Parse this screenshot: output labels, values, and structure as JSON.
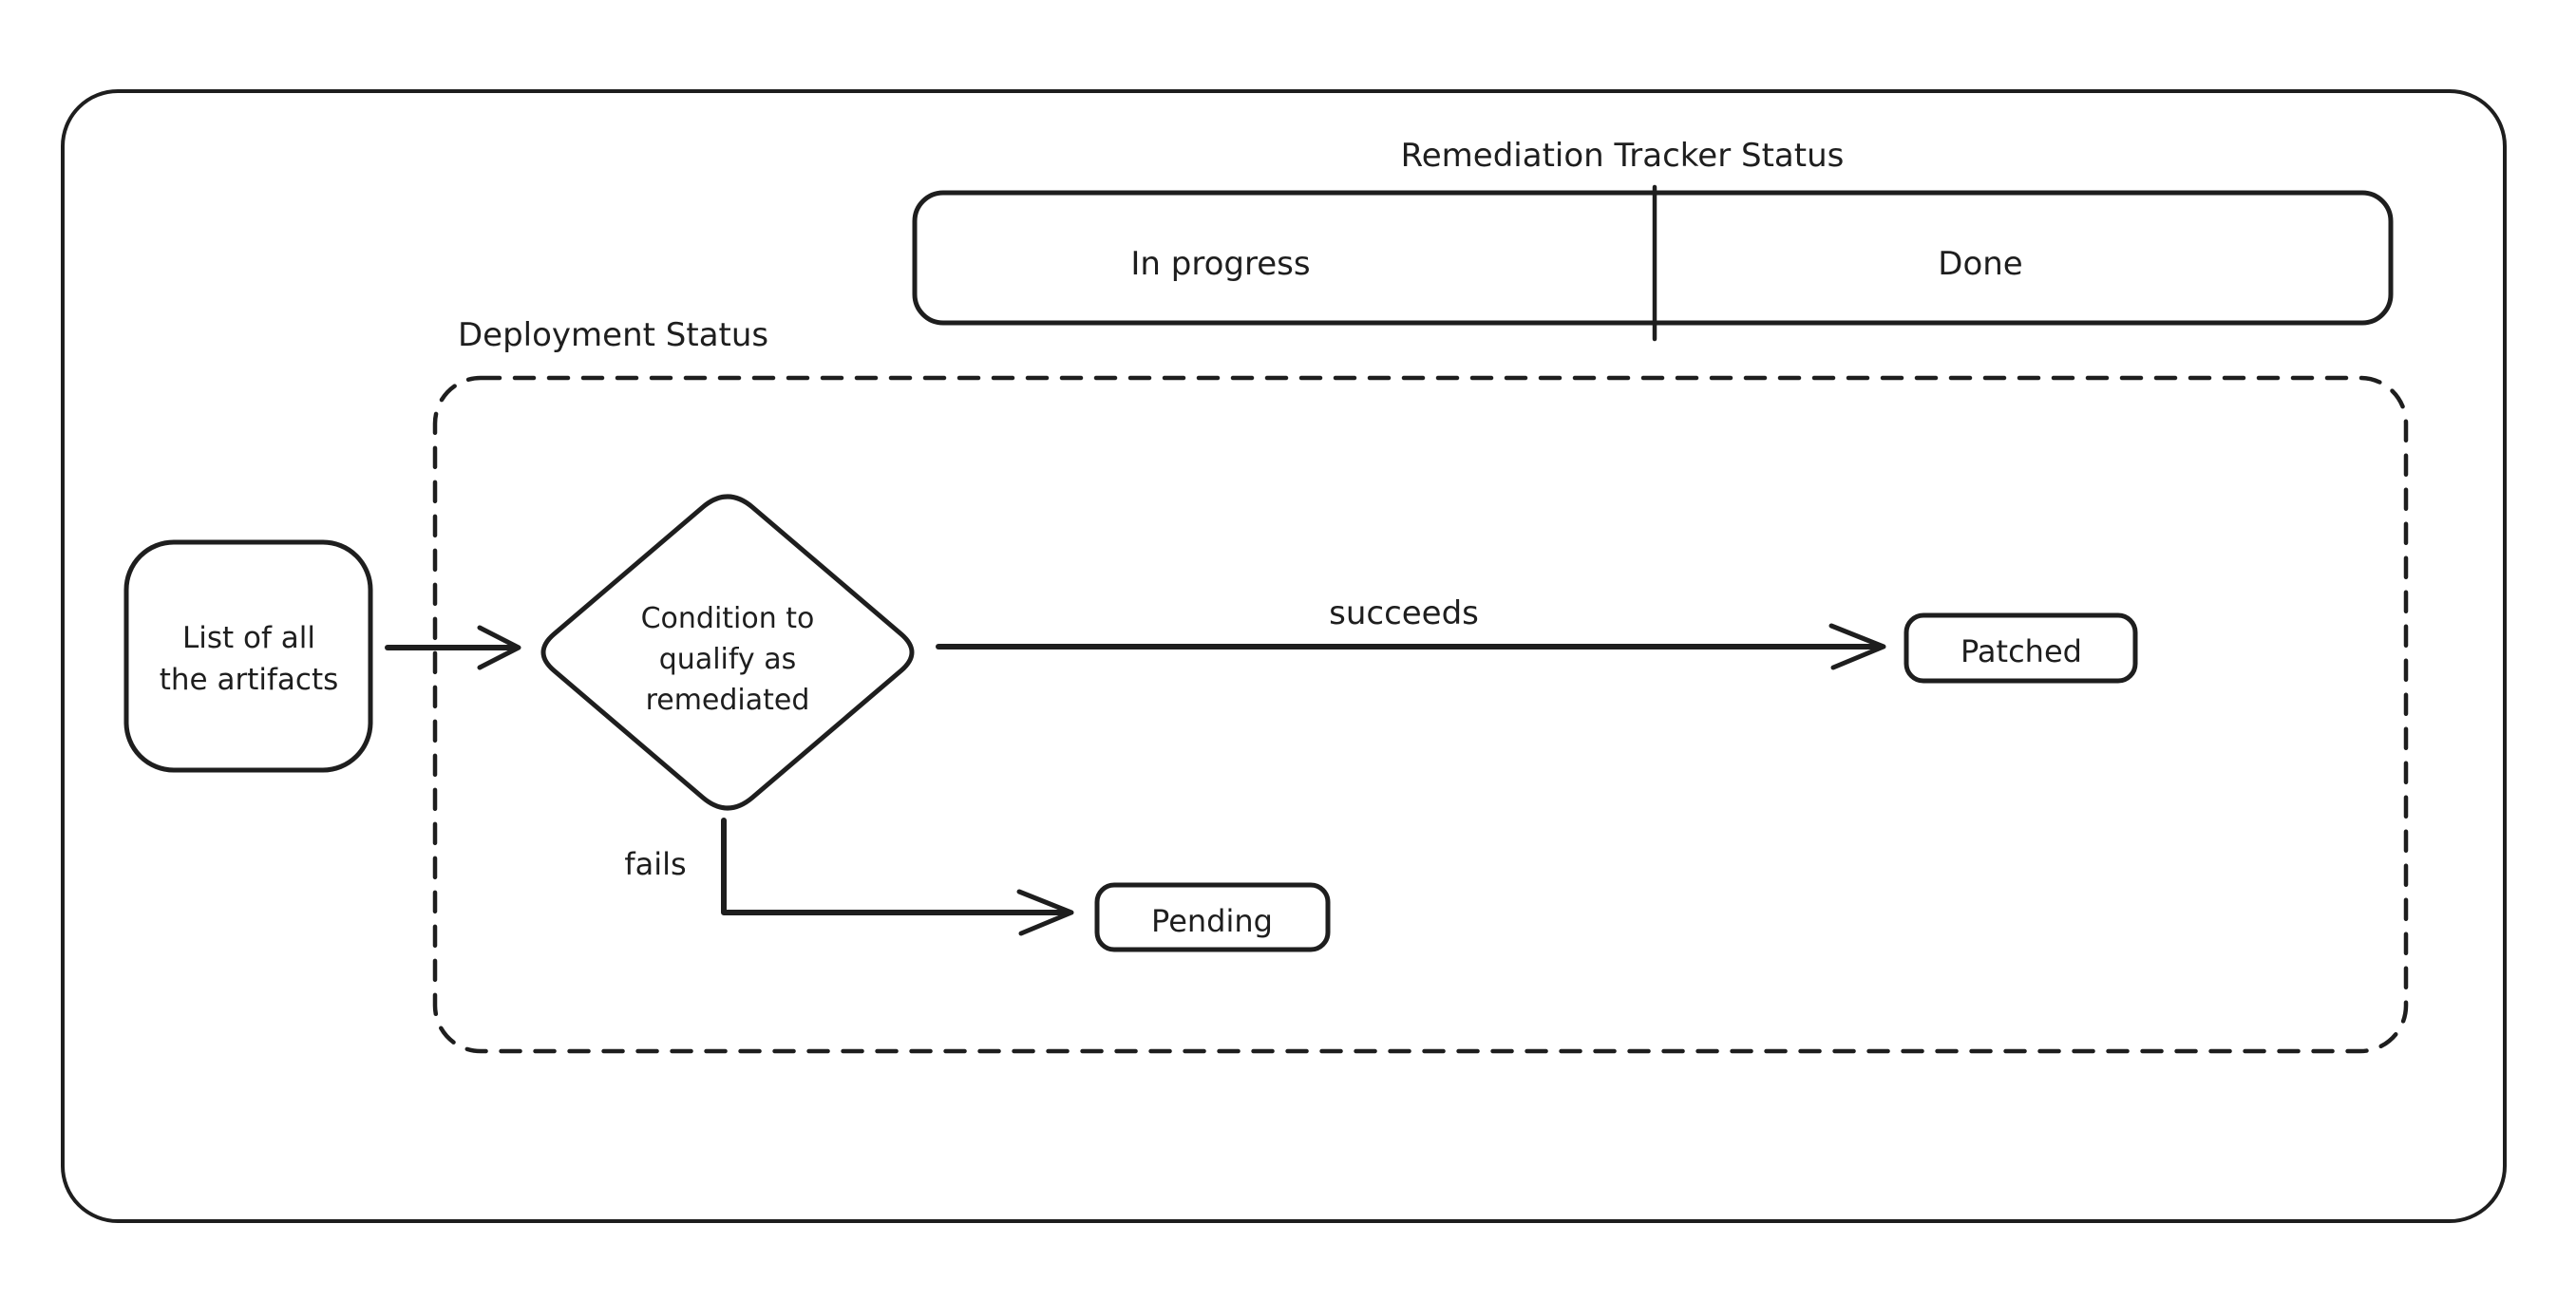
{
  "canvas": {
    "background": "#ffffff",
    "ink": "#1e1e1e"
  },
  "tracker": {
    "title": "Remediation Tracker Status",
    "columns": [
      {
        "label": "In progress"
      },
      {
        "label": "Done"
      }
    ]
  },
  "deployment": {
    "label": "Deployment Status",
    "artifacts": {
      "line1": "List of all",
      "line2": "the artifacts"
    },
    "decision": {
      "line1": "Condition to",
      "line2": "qualify as",
      "line3": "remediated"
    },
    "edges": {
      "succeeds": "succeeds",
      "fails": "fails"
    },
    "outcomes": {
      "patched": "Patched",
      "pending": "Pending"
    }
  }
}
